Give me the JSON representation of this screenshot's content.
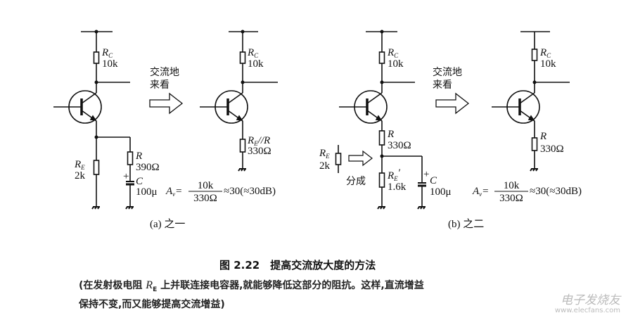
{
  "figure": {
    "title": "图 2.22　提高交流放大度的方法",
    "note_line1_a": "(在发射极电阻 ",
    "note_re": "R",
    "note_re_sub": "E",
    "note_line1_b": " 上并联连接电容器,就能够降低这部分的阻抗。这样,直流增益",
    "note_line2": "保持不变,而又能够提高交流增益)"
  },
  "panel_a": {
    "caption": "(a) 之一",
    "arrow_text_1": "交流地",
    "arrow_text_2": "来看",
    "left": {
      "rc": {
        "sym": "R",
        "sub": "C",
        "value": "10k"
      },
      "re": {
        "sym": "R",
        "sub": "E",
        "value": "2k"
      },
      "r": {
        "sym": "R",
        "value": "390Ω"
      },
      "c": {
        "plus": "+",
        "sym": "C",
        "value": "100μ"
      }
    },
    "right": {
      "rc": {
        "sym": "R",
        "sub": "C",
        "value": "10k"
      },
      "re": {
        "sym": "R",
        "sub": "E",
        "rest": "//R",
        "value": "330Ω"
      }
    },
    "formula": {
      "lhs": "A",
      "lhs_sub": "v",
      "eq": "=",
      "num": "10k",
      "den": "330Ω",
      "rhs": "≈30(≈30dB)"
    }
  },
  "panel_b": {
    "caption": "(b) 之二",
    "arrow_text_1": "交流地",
    "arrow_text_2": "来看",
    "split_text": "分成",
    "left": {
      "rc": {
        "sym": "R",
        "sub": "C",
        "value": "10k"
      },
      "r": {
        "sym": "R",
        "value": "330Ω"
      },
      "re_orig": {
        "sym": "R",
        "sub": "E",
        "value": "2k"
      },
      "re_prime": {
        "sym": "R",
        "sub": "E",
        "prime": "′",
        "value": "1.6k"
      },
      "c": {
        "plus": "+",
        "sym": "C",
        "value": "100μ"
      }
    },
    "right": {
      "rc": {
        "sym": "R",
        "sub": "C",
        "value": "10k"
      },
      "r": {
        "sym": "R",
        "value": "330Ω"
      }
    },
    "formula": {
      "lhs": "A",
      "lhs_sub": "v",
      "eq": "=",
      "num": "10k",
      "den": "330Ω",
      "rhs": "≈30(≈30dB)"
    }
  },
  "watermark": {
    "brand": "电子发烧友",
    "url": "www.elecfans.com"
  }
}
